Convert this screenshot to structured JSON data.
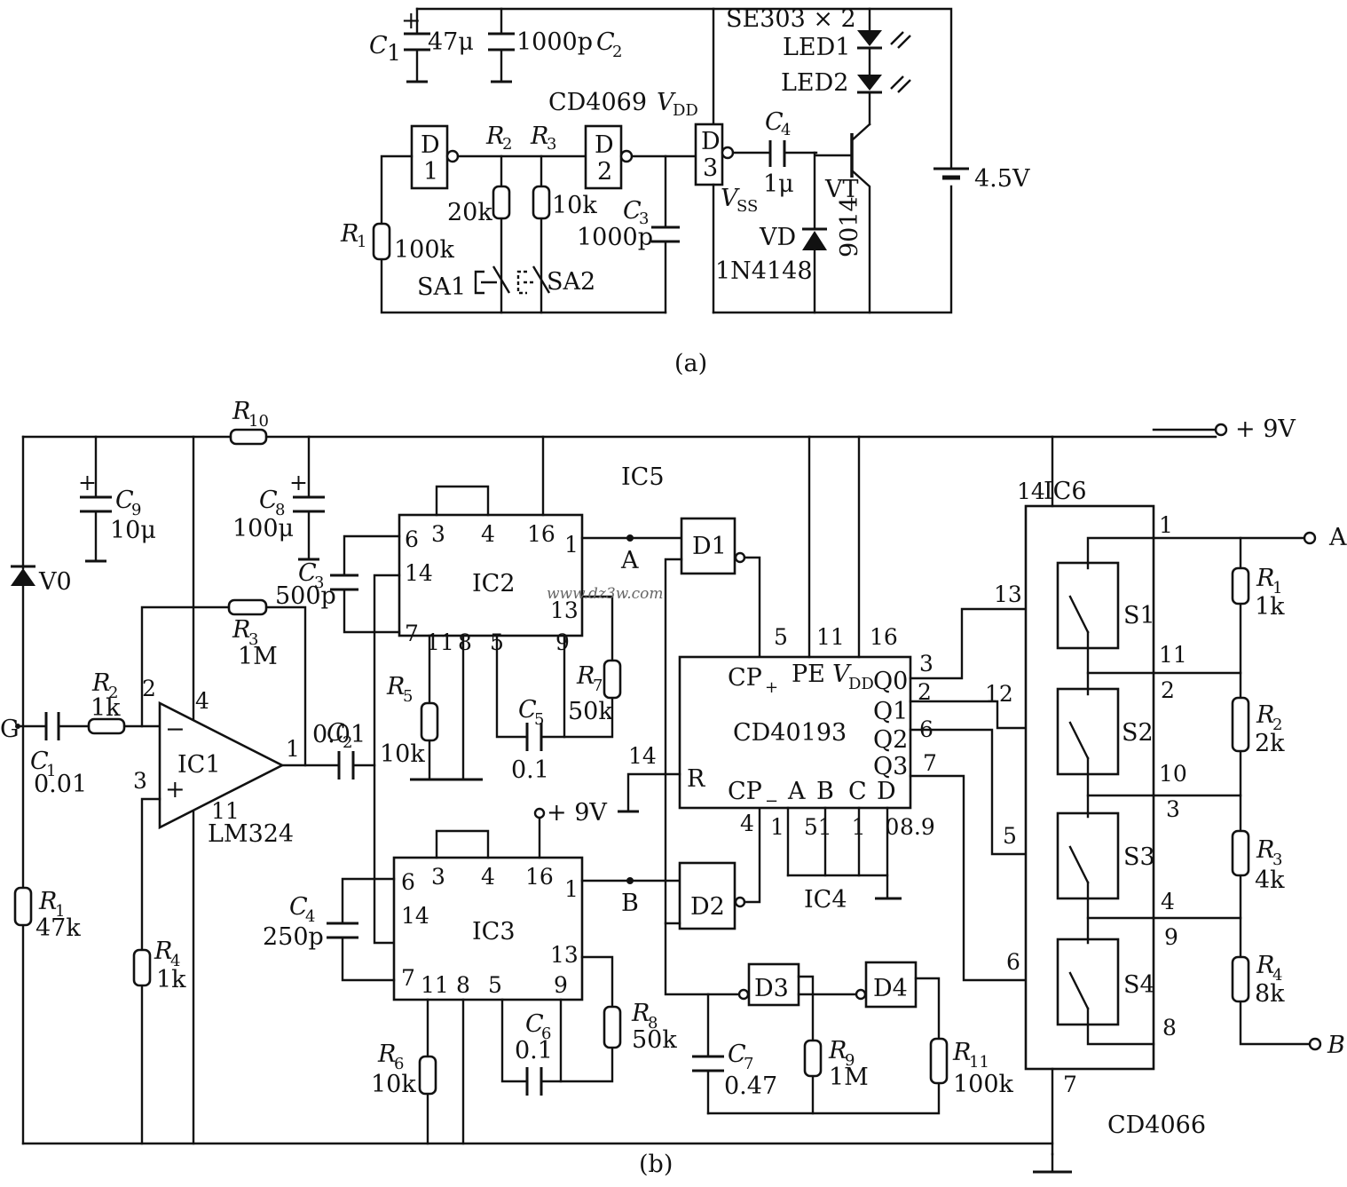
{
  "captions": {
    "a": "(a)",
    "b": "(b)"
  },
  "watermark": "www.dz3w.com",
  "circuit_a": {
    "c1": "C",
    "c1_sub": "1",
    "c1_val": "47μ",
    "c2": "C",
    "c2_sub": "2",
    "c2_val": "1000p",
    "led_type": "SE303 × 2",
    "led1": "LED1",
    "led2": "LED2",
    "ic": "CD4069",
    "vdd": "V",
    "vdd_sub": "DD",
    "vss": "V",
    "vss_sub": "SS",
    "r1": "R",
    "r1_sub": "1",
    "r1_val": "100k",
    "r2": "R",
    "r2_sub": "2",
    "r2_val": "20k",
    "r3": "R",
    "r3_sub": "3",
    "r3_val": "10k",
    "c3": "C",
    "c3_sub": "3",
    "c3_val": "1000p",
    "c4": "C",
    "c4_sub": "4",
    "c4_val": "1μ",
    "sa1": "SA1",
    "sa2": "SA2",
    "vd": "VD",
    "vd_type": "1N4148",
    "vt": "VT",
    "vt_type": "9014",
    "battery": "4.5V",
    "d1": "D",
    "d1n": "1",
    "d2": "D",
    "d2n": "2",
    "d3": "D",
    "d3n": "3"
  },
  "circuit_b": {
    "supply": "+ 9V",
    "supply2": "+ 9V",
    "r10": "R",
    "r10_sub": "10",
    "c9": "C",
    "c9_sub": "9",
    "c9_val": "10μ",
    "c8": "C",
    "c8_sub": "8",
    "c8_val": "100μ",
    "c3": "C",
    "c3_sub": "3",
    "c3_val": "500p",
    "r3": "R",
    "r3_sub": "3",
    "r3_val": "1M",
    "v0": "V0",
    "g": "G",
    "c1": "C",
    "c1_sub": "1",
    "c1_val": "0.01",
    "r2": "R",
    "r2_sub": "2",
    "r2_val": "1k",
    "ic1": "IC1",
    "ic1_type": "LM324",
    "c2": "C",
    "c2_sub": "2",
    "c2_val": "0.01",
    "r1": "R",
    "r1_sub": "1",
    "r1_val": "47k",
    "r4": "R",
    "r4_sub": "4",
    "r4_val": "1k",
    "ic2": "IC2",
    "ic3": "IC3",
    "ic5": "IC5",
    "ic4": "IC4",
    "ic6": "IC6",
    "r5": "R",
    "r5_sub": "5",
    "r5_val": "10k",
    "c5": "C",
    "c5_sub": "5",
    "c5_val": "0.1",
    "r7": "R",
    "r7_sub": "7",
    "r7_val": "50k",
    "c4": "C",
    "c4_sub": "4",
    "c4_val": "250p",
    "r6": "R",
    "r6_sub": "6",
    "r6_val": "10k",
    "c6": "C",
    "c6_sub": "6",
    "c6_val": "0.1",
    "r8": "R",
    "r8_sub": "8",
    "r8_val": "50k",
    "node_a": "A",
    "node_b": "B",
    "d1": "D1",
    "d2": "D2",
    "d3": "D3",
    "d4": "D4",
    "c7": "C",
    "c7_sub": "7",
    "c7_val": "0.47",
    "r9": "R",
    "r9_sub": "9",
    "r9_val": "1M",
    "r11": "R",
    "r11_sub": "11",
    "r11_val": "100k",
    "counter": "CD40193",
    "cp_plus": "CP",
    "cp_plus_sub": "+",
    "pe": "PE",
    "vdd": "V",
    "vdd_sub": "DD",
    "q0": "Q0",
    "q1": "Q1",
    "q2": "Q2",
    "q3": "Q3",
    "r_pin": "R",
    "cp_minus": "CP",
    "cp_minus_sub": "−",
    "pin_a": "A",
    "pin_b": "B",
    "pin_c": "C",
    "pin_d": "D",
    "preset": "1 51 1 0",
    "s1": "S1",
    "s2": "S2",
    "s3": "S3",
    "s4": "S4",
    "switch_ic": "CD4066",
    "out_a": "A",
    "out_b": "B",
    "rr1": "R",
    "rr1_sub": "1",
    "rr1_val": "1k",
    "rr2": "R",
    "rr2_sub": "2",
    "rr2_val": "2k",
    "rr3": "R",
    "rr3_sub": "3",
    "rr3_val": "4k",
    "rr4": "R",
    "rr4_sub": "4",
    "rr4_val": "8k"
  }
}
